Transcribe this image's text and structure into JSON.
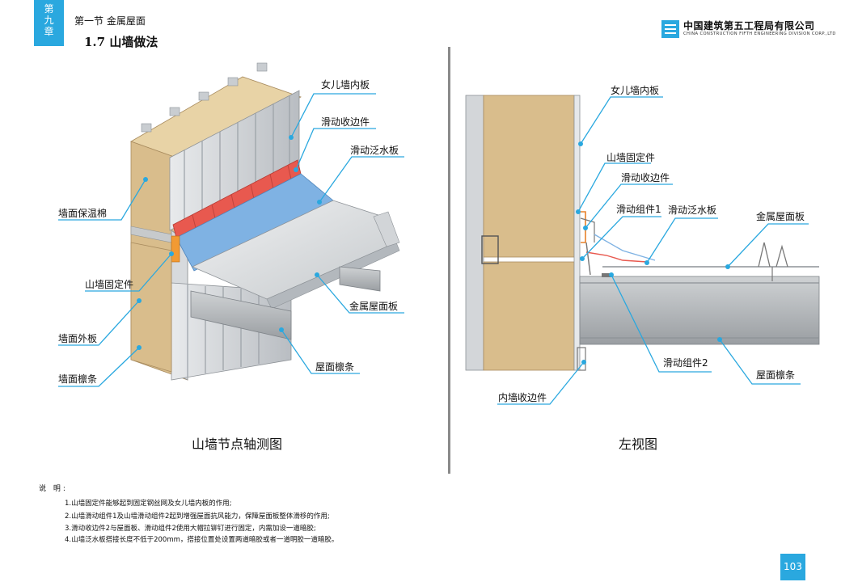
{
  "header": {
    "chapter_chars": [
      "第",
      "九",
      "章"
    ],
    "section": "第一节  金属屋面",
    "subsection": "1.7  山墙做法",
    "company_cn": "中国建筑第五工程局有限公司",
    "company_en": "CHINA CONSTRUCTION FIFTH ENGINEERING DIVISION CORP.,LTD"
  },
  "left_diagram": {
    "caption": "山墙节点轴测图",
    "labels": {
      "parapet_inner": "女儿墙内板",
      "slide_edge": "滑动收边件",
      "slide_flashing": "滑动泛水板",
      "wall_insulation": "墙面保温棉",
      "gable_fixer": "山墙固定件",
      "metal_roof": "金属屋面板",
      "wall_outer": "墙面外板",
      "roof_purlin": "屋面檩条",
      "wall_purlin": "墙面檩条"
    }
  },
  "right_diagram": {
    "caption": "左视图",
    "labels": {
      "parapet_inner": "女儿墙内板",
      "gable_fixer": "山墙固定件",
      "slide_edge": "滑动收边件",
      "slide_comp1": "滑动组件1",
      "slide_flashing": "滑动泛水板",
      "metal_roof": "金属屋面板",
      "slide_comp2": "滑动组件2",
      "roof_purlin": "屋面檩条",
      "inner_edge": "内墙收边件"
    }
  },
  "notes": {
    "title": "说  明:",
    "items": [
      "1.山墙固定件能够起到固定钢丝网及女儿墙内板的作用;",
      "2.山墙滑动组件1及山墙滑动组件2起到增强屋面抗风能力，保障屋面板整体滑移的作用;",
      "3.滑动收边件2与屋面板、滑动组件2使用大帽拉铆钉进行固定，内需加设一道暗胶;",
      "4.山墙泛水板搭接长度不低于200mm，搭接位置处设置两道暗胶或者一道明胶一道暗胶。"
    ]
  },
  "page_number": "103",
  "colors": {
    "accent": "#2aa8df",
    "leader": "#2aa8df",
    "insulation": "#d9bd8c",
    "flashing": "#7fb2e3",
    "edge_red": "#e8594f"
  }
}
